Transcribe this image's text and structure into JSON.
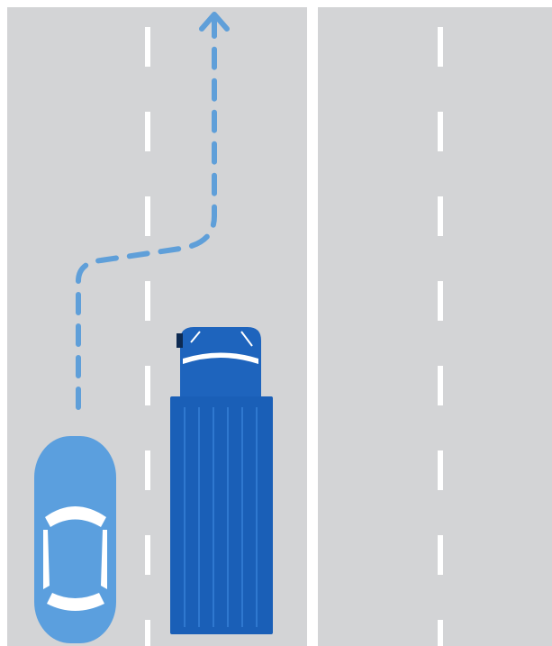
{
  "colors": {
    "road": "#d3d4d6",
    "background": "#ffffff",
    "lane_marking": "#ffffff",
    "car_body": "#5b9fde",
    "car_window": "#ffffff",
    "truck_cab": "#1e64bd",
    "truck_trailer": "#1a5fb7",
    "truck_trailer_rib": "#2f78cf",
    "path_line": "#5f9fd9"
  },
  "icons": {
    "car": "car-top-view-icon",
    "truck": "truck-top-view-icon",
    "path_arrow": "arrow-up-icon"
  },
  "roads": [
    {
      "label": "",
      "lanes": 2
    },
    {
      "label": "",
      "lanes": 2
    }
  ],
  "vehicles": [
    {
      "type": "car"
    },
    {
      "type": "truck"
    }
  ],
  "maneuver": {
    "type": "overtake",
    "line_style": "dashed",
    "direction": "up"
  }
}
